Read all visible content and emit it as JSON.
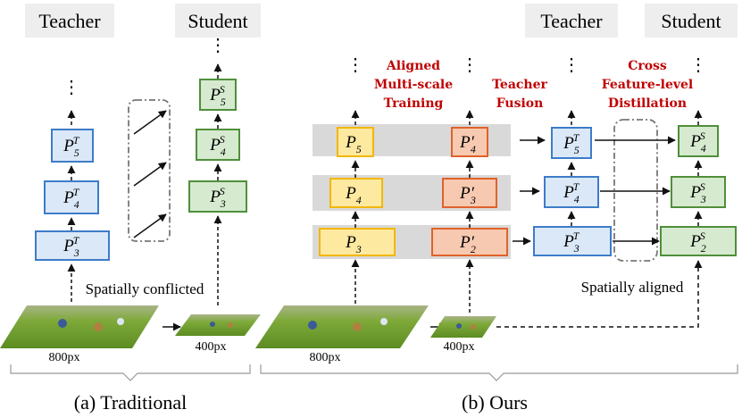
{
  "left": {
    "teacher_label": "Teacher",
    "student_label": "Student",
    "teacher_features": [
      {
        "base": "P",
        "sub": "3",
        "sup": "T",
        "prime": ""
      },
      {
        "base": "P",
        "sub": "4",
        "sup": "T",
        "prime": ""
      },
      {
        "base": "P",
        "sub": "5",
        "sup": "T",
        "prime": ""
      }
    ],
    "student_features": [
      {
        "base": "P",
        "sub": "3",
        "sup": "S",
        "prime": ""
      },
      {
        "base": "P",
        "sub": "4",
        "sup": "S",
        "prime": ""
      },
      {
        "base": "P",
        "sub": "5",
        "sup": "S",
        "prime": ""
      }
    ],
    "note": "Spatially conflicted",
    "input_large": "800px",
    "input_small": "400px",
    "caption": "(a) Traditional"
  },
  "right": {
    "teacher_label": "Teacher",
    "student_label": "Student",
    "heading_aligned": [
      "Aligned",
      "Multi-scale",
      "Training"
    ],
    "heading_fusion": [
      "Teacher",
      "Fusion"
    ],
    "heading_cross": [
      "Cross",
      "Feature-level",
      "Distillation"
    ],
    "yellow_features": [
      {
        "base": "P",
        "sub": "3",
        "sup": "",
        "prime": ""
      },
      {
        "base": "P",
        "sub": "4",
        "sup": "",
        "prime": ""
      },
      {
        "base": "P",
        "sub": "5",
        "sup": "",
        "prime": ""
      }
    ],
    "orange_features": [
      {
        "base": "P",
        "sub": "2",
        "sup": "",
        "prime": "′"
      },
      {
        "base": "P",
        "sub": "3",
        "sup": "",
        "prime": "′"
      },
      {
        "base": "P",
        "sub": "4",
        "sup": "",
        "prime": "′"
      }
    ],
    "teacher_features": [
      {
        "base": "P",
        "sub": "3",
        "sup": "T",
        "prime": ""
      },
      {
        "base": "P",
        "sub": "4",
        "sup": "T",
        "prime": ""
      },
      {
        "base": "P",
        "sub": "5",
        "sup": "T",
        "prime": ""
      }
    ],
    "student_features": [
      {
        "base": "P",
        "sub": "2",
        "sup": "S",
        "prime": ""
      },
      {
        "base": "P",
        "sub": "3",
        "sup": "S",
        "prime": ""
      },
      {
        "base": "P",
        "sub": "4",
        "sup": "S",
        "prime": ""
      }
    ],
    "note": "Spatially aligned",
    "input_large": "800px",
    "input_small": "400px",
    "caption": "(b) Ours"
  },
  "ellipsis": "⋮",
  "colors": {
    "blue_fill": "#dbe8f7",
    "blue_stroke": "#3d7cc9",
    "green_fill": "#d6ead0",
    "green_stroke": "#4f8f3a",
    "yellow_fill": "#fde9a0",
    "yellow_stroke": "#f2b705",
    "orange_fill": "#f8c9b1",
    "orange_stroke": "#e0622a",
    "band_fill": "#d9d9d9",
    "header_fill": "#eeeeee",
    "heading_red": "#c00000"
  }
}
